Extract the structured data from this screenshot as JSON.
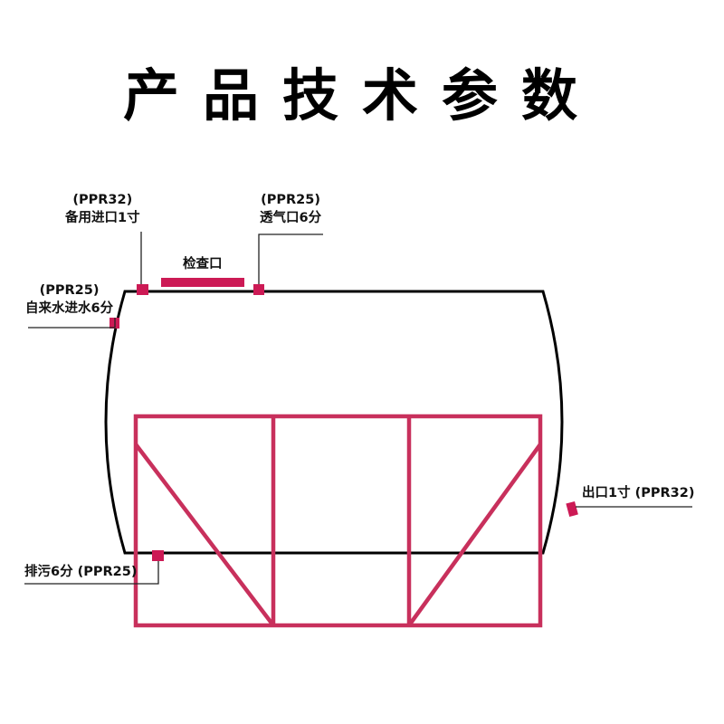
{
  "title": "产品技术参数",
  "labels": {
    "backup_inlet": {
      "spec": "(PPR32)",
      "name": "备用进口1寸"
    },
    "vent": {
      "spec": "(PPR25)",
      "name": "透气口6分"
    },
    "inspection": "检查口",
    "water_inlet": {
      "spec": "(PPR25)",
      "name": "自来水进水6分"
    },
    "outlet": "出口1寸 (PPR32)",
    "drain": "排污6分 (PPR25)"
  },
  "colors": {
    "accent": "#cc1a55",
    "stand": "#c8305c",
    "tank_outline": "#000000"
  }
}
